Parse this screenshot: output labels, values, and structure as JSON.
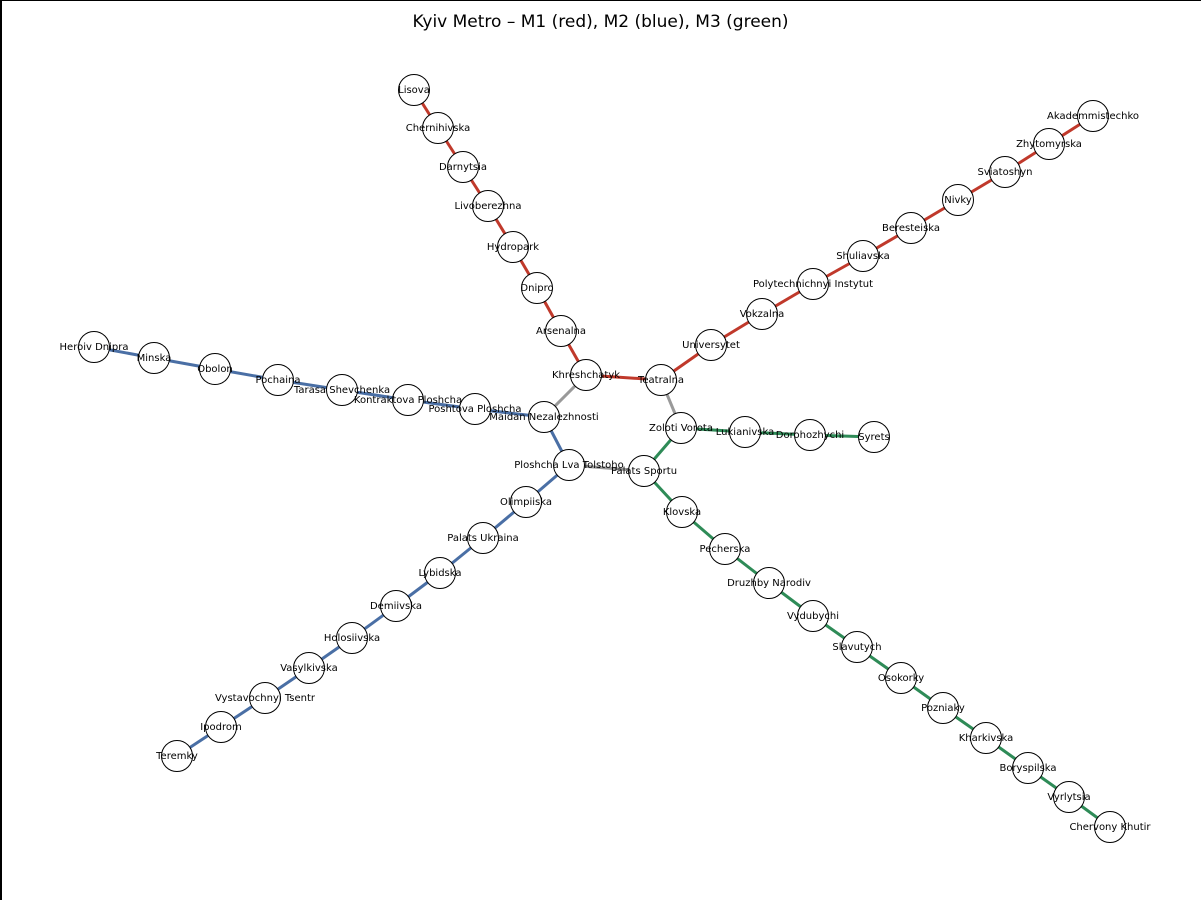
{
  "title": "Kyiv Metro – M1 (red), M2 (blue), M3 (green)",
  "colors": {
    "M1": "#c0392b",
    "M2": "#4a6fa5",
    "M3": "#2e8b57",
    "transfer": "#999999",
    "station_fill": "#ffffff",
    "station_stroke": "#000000"
  },
  "lines": [
    {
      "id": "M1",
      "stations": [
        "Lisova",
        "Chernihivska",
        "Darnytsia",
        "Livoberezhna",
        "Hydropark",
        "Dnipro",
        "Arsenalna",
        "Khreshchatyk",
        "Teatralna",
        "Universytet",
        "Vokzalna",
        "Polytechnichnyi Instytut",
        "Shuliavska",
        "Beresteiska",
        "Nivky",
        "Sviatoshyn",
        "Zhytomyrska",
        "Akademmistechko"
      ]
    },
    {
      "id": "M2",
      "stations": [
        "Heroiv Dnipra",
        "Minska",
        "Obolon",
        "Pochaina",
        "Tarasa Shevchenka",
        "Kontraktova Ploshcha",
        "Poshtova Ploshcha",
        "Maidan Nezalezhnosti",
        "Ploshcha Lva Tolstoho",
        "Olimpiiska",
        "Palats Ukraina",
        "Lybidska",
        "Demiivska",
        "Holosiivska",
        "Vasylkivska",
        "Vystavochnyi Tsentr",
        "Ipodrom",
        "Teremky"
      ]
    },
    {
      "id": "M3",
      "stations": [
        "Syrets",
        "Dorohozhychi",
        "Lukianivska",
        "Zoloti Vorota",
        "Palats Sportu",
        "Klovska",
        "Pecherska",
        "Druzhby Narodiv",
        "Vydubychi",
        "Slavutych",
        "Osokorky",
        "Pozniaky",
        "Kharkivska",
        "Boryspilska",
        "Vyrlytsia",
        "Chervony Khutir"
      ]
    }
  ],
  "transfers": [
    [
      "Khreshchatyk",
      "Maidan Nezalezhnosti"
    ],
    [
      "Teatralna",
      "Zoloti Vorota"
    ],
    [
      "Ploshcha Lva Tolstoho",
      "Palats Sportu"
    ]
  ]
}
